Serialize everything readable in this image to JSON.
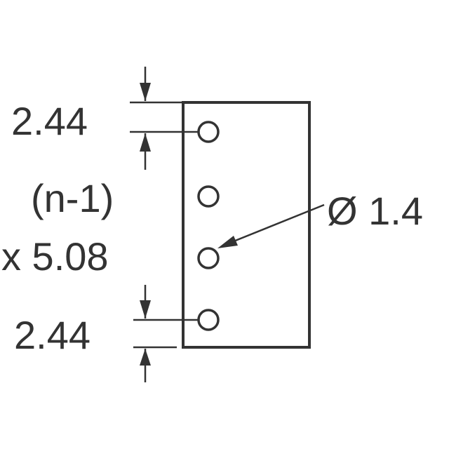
{
  "diagram": {
    "colors": {
      "stroke": "#333333",
      "background": "#ffffff"
    },
    "labels": {
      "top_pitch": "2.44",
      "n_minus_1": "(n-1)",
      "pitch": "x 5.08",
      "bottom_pitch": "2.44",
      "hole_diameter": "Ø 1.4"
    },
    "hole_count": 4
  }
}
